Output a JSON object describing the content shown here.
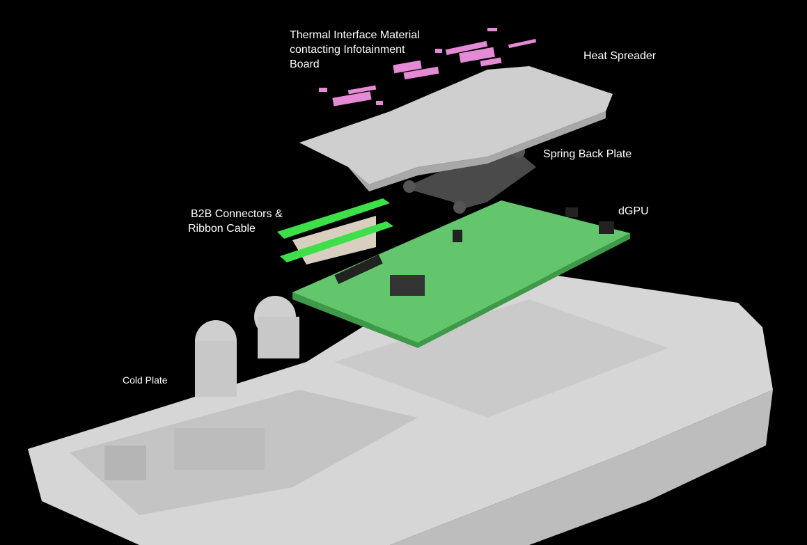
{
  "labels": {
    "tim_line1": "Thermal Interface Material",
    "tim_line2": "contacting Infotainment",
    "tim_line3": "Board",
    "heat_spreader": "Heat Spreader",
    "spring_back_plate": "Spring Back Plate",
    "b2b_line1": "B2B Connectors &",
    "b2b_line2": "Ribbon Cable",
    "dgpu": "dGPU",
    "cold_plate": "Cold Plate"
  },
  "colors": {
    "background": "#000000",
    "cold_plate": "#d9d9d9",
    "pcb": "#5fc46a",
    "tim": "#e58bd6",
    "connector": "#3ee04a",
    "spring_plate": "#4a4a4a"
  }
}
